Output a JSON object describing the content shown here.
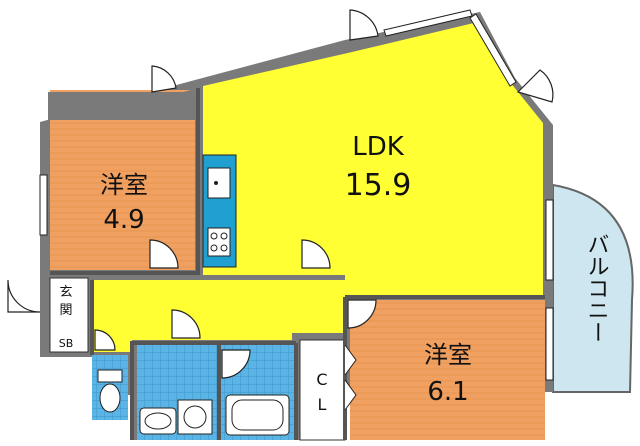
{
  "rooms": {
    "ldk": {
      "name": "LDK",
      "size": "15.9"
    },
    "western_room_1": {
      "name": "洋室",
      "size": "4.9"
    },
    "western_room_2": {
      "name": "洋室",
      "size": "6.1"
    },
    "entrance": {
      "name_line1": "玄",
      "name_line2": "関"
    },
    "shoe_box": {
      "label": "SB"
    },
    "closet": {
      "line1": "C",
      "line2": "L"
    },
    "balcony": {
      "name": "バルコニー"
    }
  },
  "colors": {
    "ldk": "#ffff33",
    "western_room": "#f0a060",
    "wall": "#7a7a7a",
    "wet_area": "#5ab4e6",
    "balcony": "#cde6f0",
    "kitchen": "#1fa0d0"
  }
}
